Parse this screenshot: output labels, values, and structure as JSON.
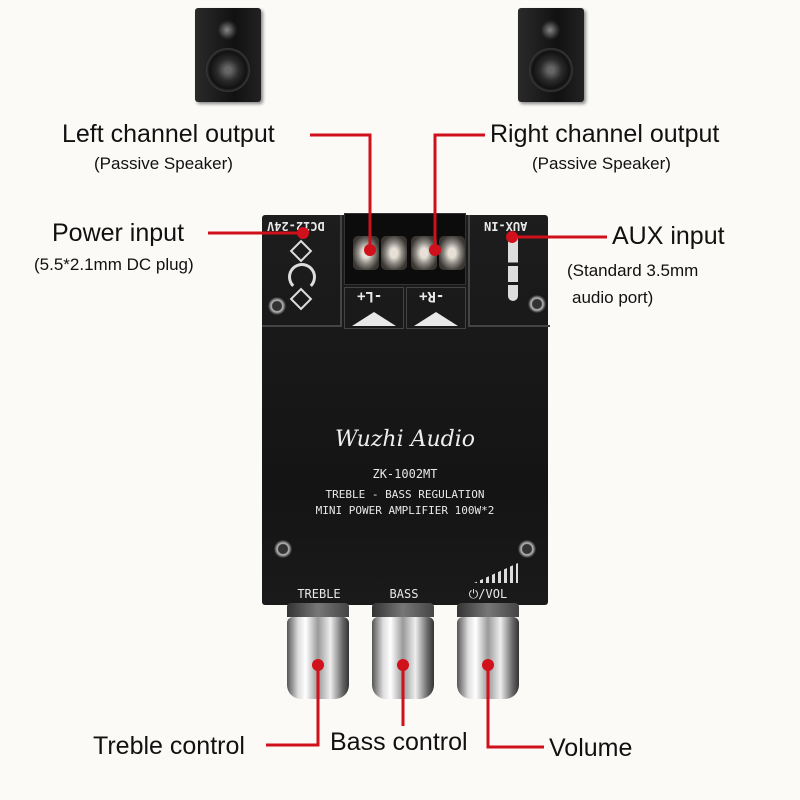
{
  "labels": {
    "left_output": "Left channel output",
    "left_output_sub": "(Passive Speaker)",
    "right_output": "Right channel output",
    "right_output_sub": "(Passive Speaker)",
    "power_input": "Power input",
    "power_input_sub": "(5.5*2.1mm DC plug)",
    "aux_input": "AUX input",
    "aux_input_sub1": "(Standard 3.5mm",
    "aux_input_sub2": "audio port)",
    "treble_control": "Treble control",
    "bass_control": "Bass control",
    "volume": "Volume"
  },
  "board": {
    "power_marking": "DC12-24V",
    "aux_marking": "AUX-IN",
    "left_marking": "-L+",
    "right_marking": "-R+",
    "brand": "Wuzhi Audio",
    "model": "ZK-1002MT",
    "line1": "TREBLE - BASS REGULATION",
    "line2": "MINI POWER AMPLIFIER 100W*2",
    "knob_treble": "TREBLE",
    "knob_bass": "BASS",
    "knob_vol": "⏻/VOL"
  },
  "colors": {
    "accent": "#d0101a",
    "board": "#161616"
  }
}
